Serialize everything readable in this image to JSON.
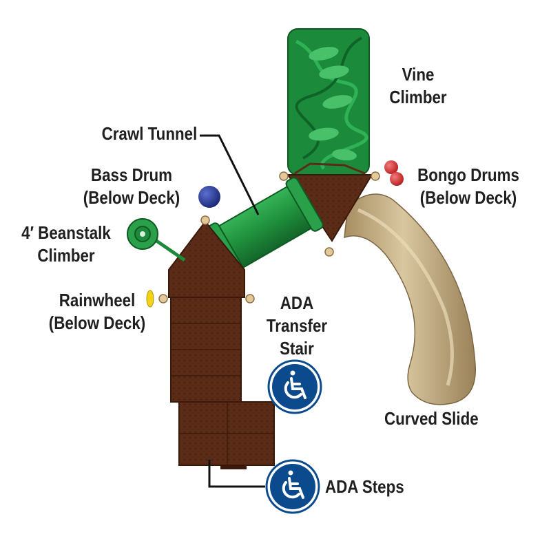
{
  "colors": {
    "deck_brown": "#5a2c17",
    "deck_brown_light": "#6e3a21",
    "tunnel_green": "#1f8f3c",
    "climber_green": "#1b8a3a",
    "slide_tan": "#c3ac80",
    "ada_blue": "#0b4a8c",
    "bass_drum_blue": "#24369a",
    "bongo_red": "#d32a2a",
    "rainwheel_yellow": "#f2d21b",
    "leader_line": "#111111"
  },
  "icons": {
    "ada_transfer_stair": "wheelchair-accessibility-icon",
    "ada_steps": "wheelchair-accessibility-icon"
  },
  "labels": {
    "vine_climber": [
      "Vine",
      "Climber"
    ],
    "crawl_tunnel": [
      "Crawl Tunnel"
    ],
    "bass_drum": [
      "Bass Drum",
      "(Below Deck)"
    ],
    "bongo_drums": [
      "Bongo Drums",
      "(Below Deck)"
    ],
    "beanstalk_climber": [
      "4′ Beanstalk",
      "Climber"
    ],
    "rainwheel": [
      "Rainwheel",
      "(Below Deck)"
    ],
    "ada_transfer_stair": [
      "ADA",
      "Transfer",
      "Stair"
    ],
    "curved_slide": [
      "Curved Slide"
    ],
    "ada_steps": [
      "ADA Steps"
    ]
  }
}
